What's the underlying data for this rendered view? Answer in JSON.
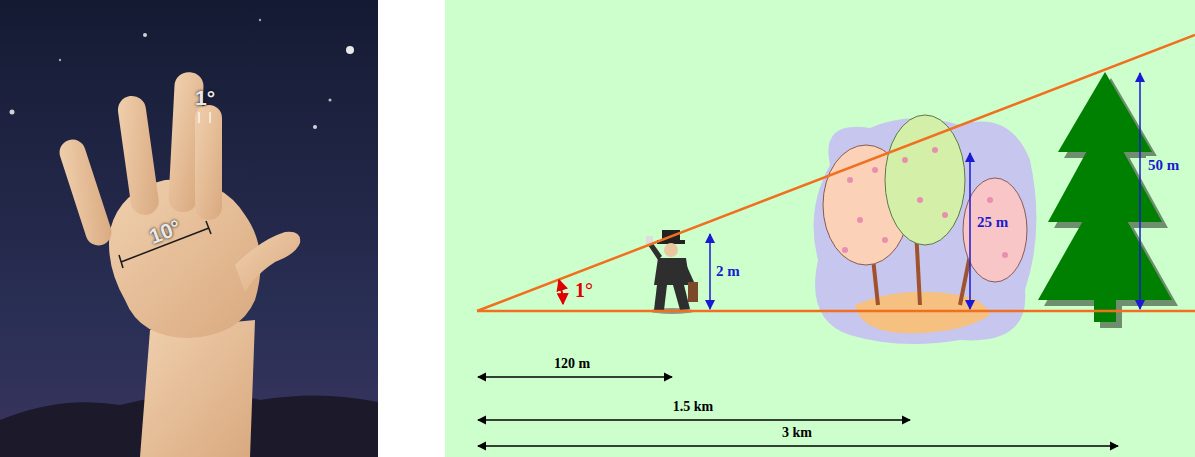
{
  "diagram": {
    "labels": [
      "1°",
      "10°",
      "1°",
      "2 m",
      "25 m",
      "50 m",
      "120 m",
      "1.5 km",
      "3 km"
    ]
  }
}
